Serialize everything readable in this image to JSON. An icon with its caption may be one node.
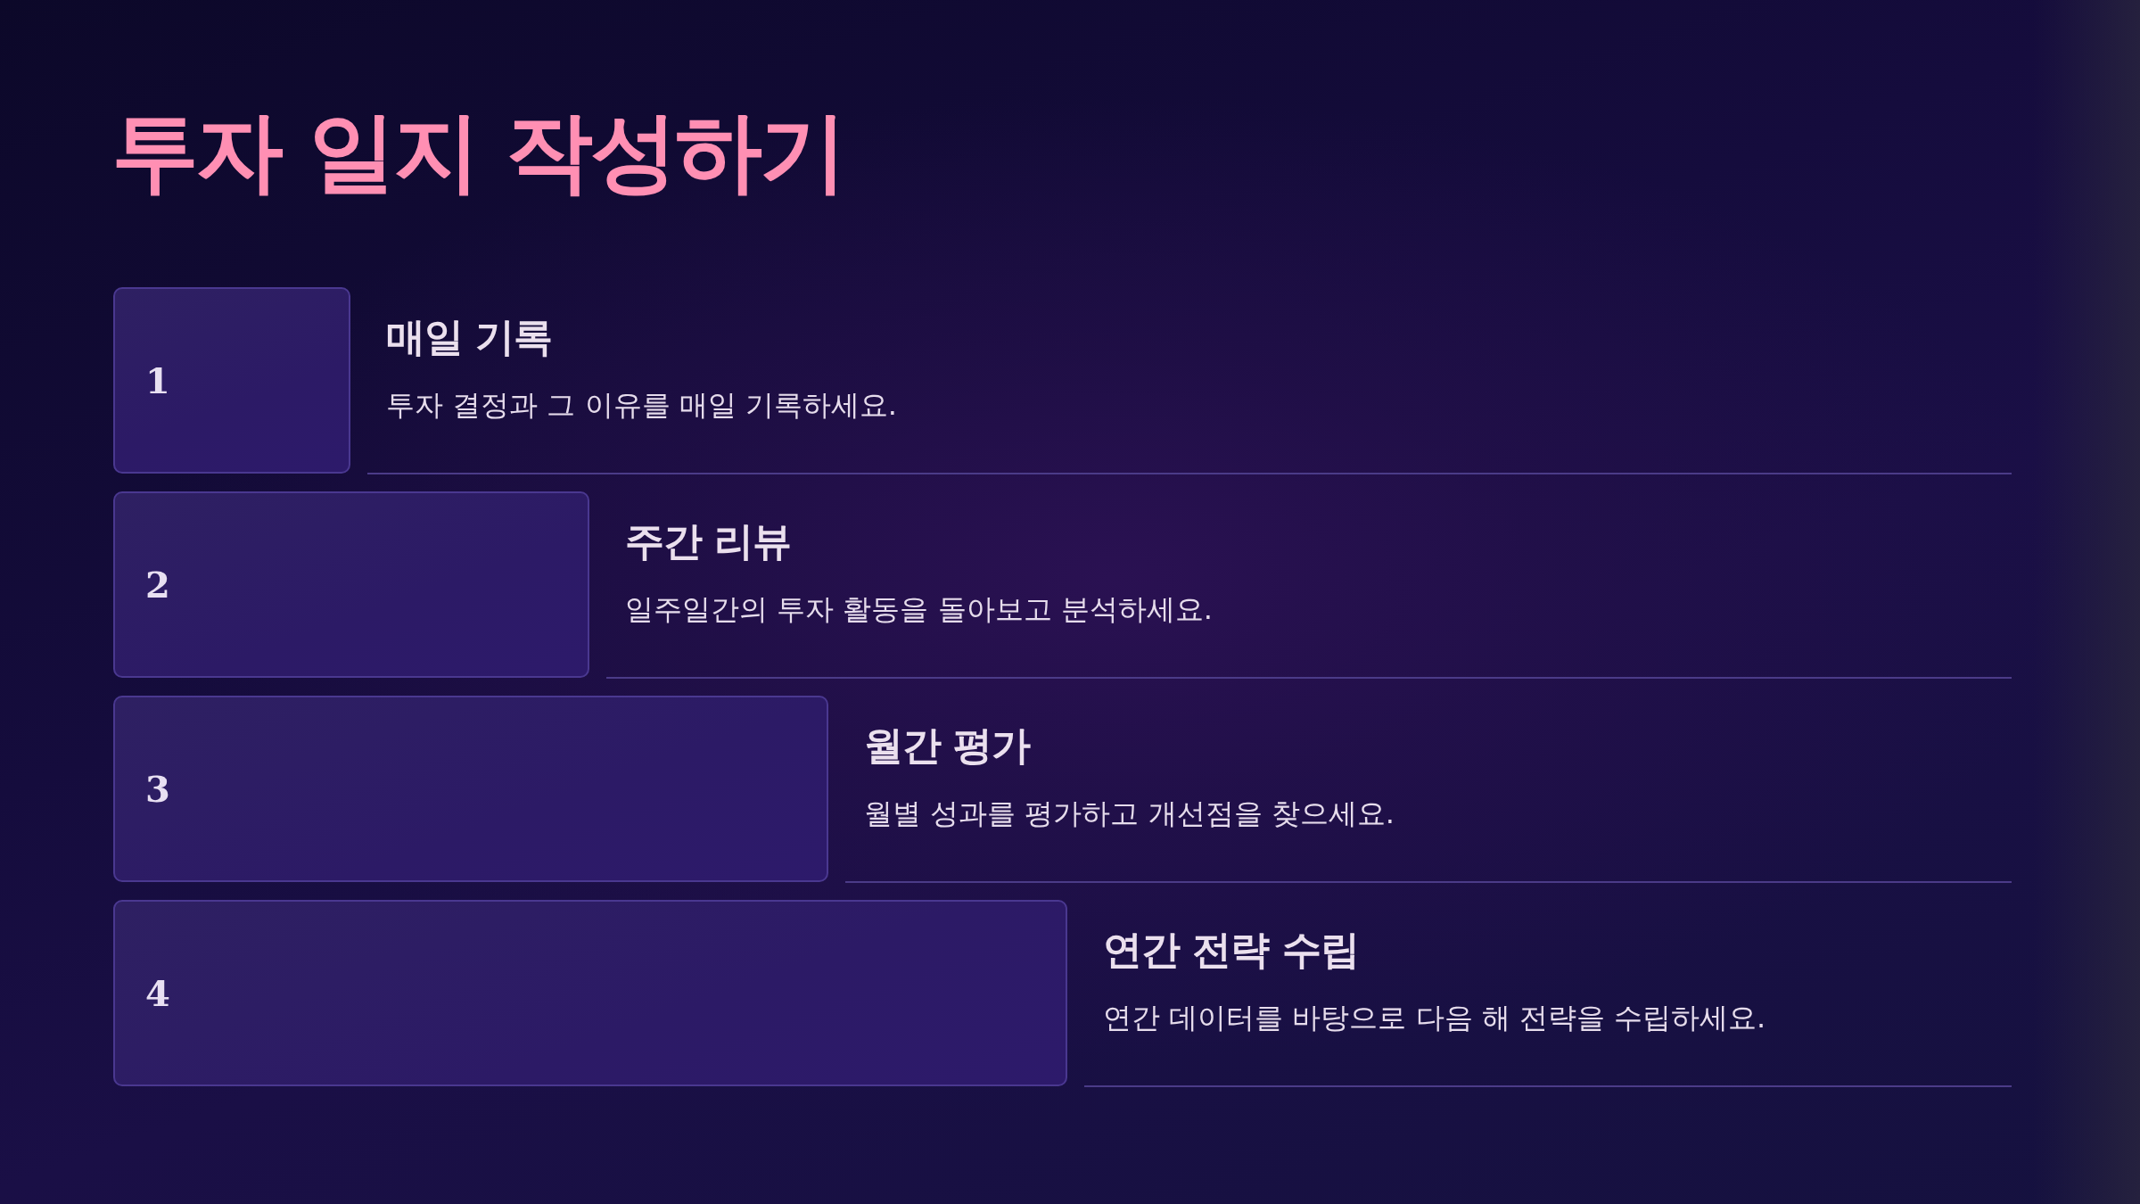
{
  "diagram": {
    "title": "투자 일지 작성하기",
    "nodes": [
      {
        "text": [
          "1"
        ],
        "beside": [
          "매일 기록",
          "투자 결정과 그 이유를 매일 기록하세요."
        ]
      },
      {
        "text": [
          "2"
        ],
        "beside": [
          "주간 리뷰",
          "일주일간의 투자 활동을 돌아보고 분석하세요."
        ]
      },
      {
        "text": [
          "3"
        ],
        "beside": [
          "월간 평가",
          "월별 성과를 평가하고 개선점을 찾으세요."
        ]
      },
      {
        "text": [
          "4"
        ],
        "beside": [
          "연간 전략 수립",
          "연간 데이터를 바탕으로 다음 해 전략을 수립하세요."
        ]
      }
    ]
  }
}
